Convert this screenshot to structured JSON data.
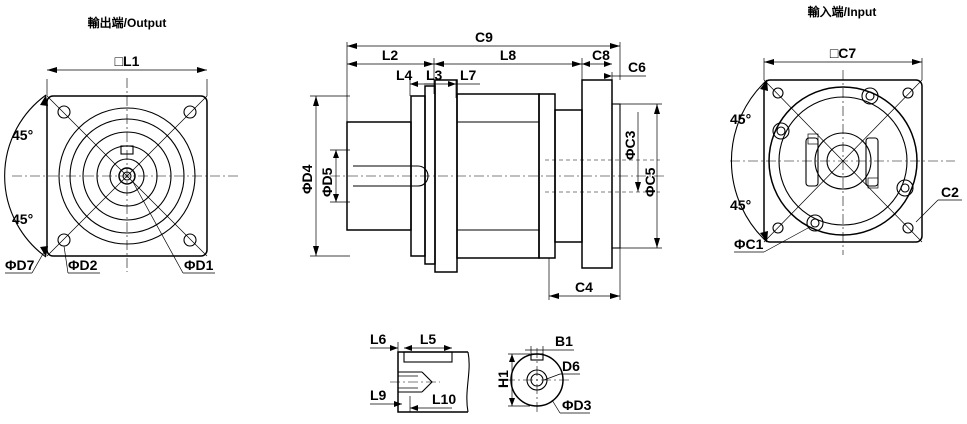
{
  "output_view": {
    "title": "輸出端/Output",
    "labels": {
      "square": "□L1",
      "angle_top": "45°",
      "angle_bottom": "45°",
      "d7": "ΦD7",
      "d2": "ΦD2",
      "d1": "ΦD1"
    }
  },
  "side_view": {
    "labels": {
      "c9": "C9",
      "l2": "L2",
      "l8": "L8",
      "c8": "C8",
      "c6": "C6",
      "l4": "L4",
      "l3": "L3",
      "l7": "L7",
      "d4": "ΦD4",
      "d5": "ΦD5",
      "c3": "ΦC3",
      "c5": "ΦC5",
      "c4": "C4"
    }
  },
  "input_view": {
    "title": "輸入端/Input",
    "labels": {
      "square": "□C7",
      "angle_top": "45°",
      "angle_bottom": "45°",
      "c2": "C2",
      "c1": "ΦC1"
    }
  },
  "key_detail": {
    "labels": {
      "l6": "L6",
      "l5": "L5",
      "l9": "L9",
      "l10": "L10",
      "b1": "B1",
      "h1": "H1",
      "d6": "D6",
      "d3": "ΦD3"
    }
  }
}
